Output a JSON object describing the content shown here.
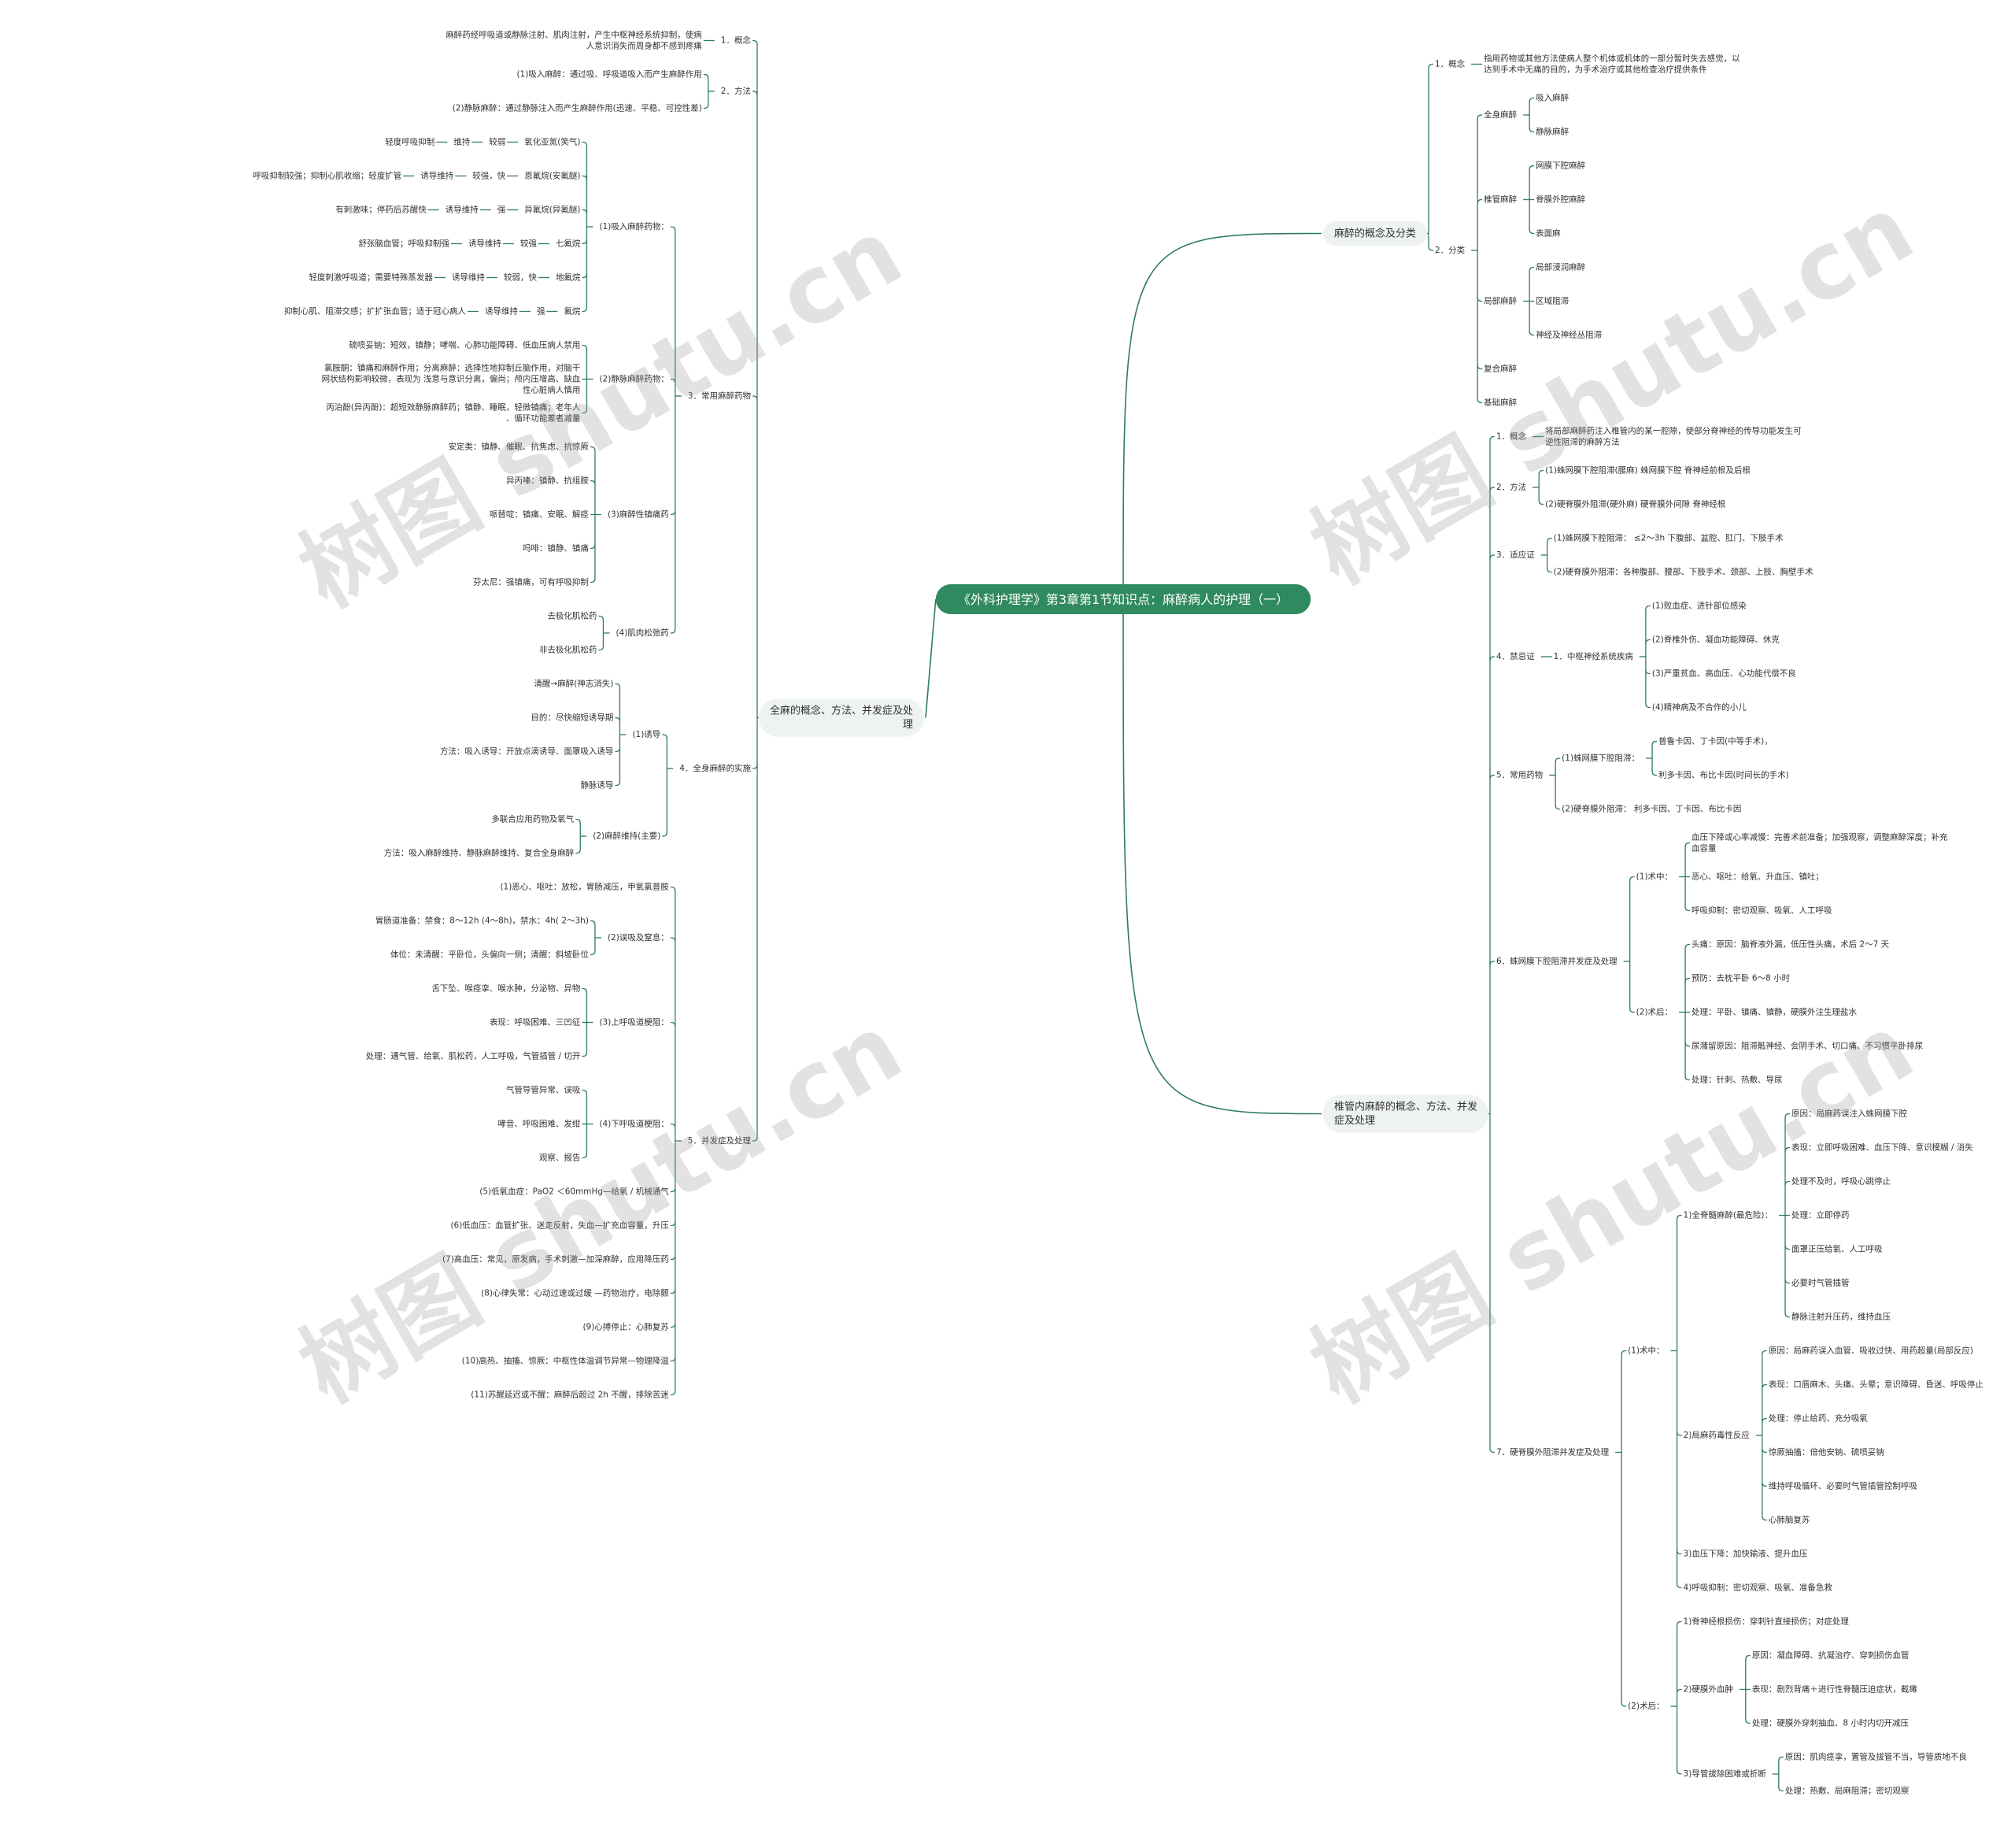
{
  "colors": {
    "line": "#2f7d5b",
    "root_fill": "#2f8a5f",
    "root_text": "#ffffff",
    "branch_fill": "#eef2f1",
    "text": "#333333"
  },
  "watermark": "树图 shutu.cn",
  "root": "《外科护理学》第3章第1节知识点：麻醉病人的护理（一）",
  "right": [
    {
      "t": "麻醉的概念及分类",
      "c": [
        {
          "t": "1．概念",
          "c": [
            {
              "t": "指用药物或其他方法使病人整个机体或机体的一部分暂时失去感觉，以达到手术中无痛的目的，为手术治疗或其他检查治疗提供条件"
            }
          ]
        },
        {
          "t": "2．分类",
          "c": [
            {
              "t": "全身麻醉",
              "c": [
                {
                  "t": "吸入麻醉"
                },
                {
                  "t": "静脉麻醉"
                }
              ]
            },
            {
              "t": "椎管麻醉",
              "c": [
                {
                  "t": "网膜下腔麻醉"
                },
                {
                  "t": "脊膜外腔麻醉"
                },
                {
                  "t": "表面麻"
                }
              ]
            },
            {
              "t": "局部麻醉",
              "c": [
                {
                  "t": "局部浸润麻醉"
                },
                {
                  "t": "区域阻滞"
                },
                {
                  "t": "神经及神经丛阻滞"
                }
              ]
            },
            {
              "t": "复合麻醉"
            },
            {
              "t": "基础麻醉"
            }
          ]
        }
      ]
    },
    {
      "t": "椎管内麻醉的概念、方法、并发症及处理",
      "c": [
        {
          "t": "1．概念",
          "c": [
            {
              "t": "将局部麻醉药注入椎管内的某一腔隙，使部分脊神经的传导功能发生可逆性阻滞的麻醉方法"
            }
          ]
        },
        {
          "t": "2．方法",
          "c": [
            {
              "t": "(1)蛛网膜下腔阻滞(腰麻)    蛛网膜下腔    脊神经前根及后根"
            },
            {
              "t": "(2)硬脊膜外阻滞(硬外麻)    硬脊膜外间隙    脊神经根"
            }
          ]
        },
        {
          "t": "3．适应证",
          "c": [
            {
              "t": "(1)蛛网膜下腔阻滞：  ≤2～3h 下腹部、盆腔、肛门、下肢手术"
            },
            {
              "t": "(2)硬脊膜外阻滞：各种腹部、腰部、下肢手术、颈部、上肢、胸壁手术"
            }
          ]
        },
        {
          "t": "4．禁忌证",
          "c": [
            {
              "t": "1．中枢神经系统疾病",
              "c": [
                {
                  "t": "(1)败血症、进针部位感染"
                },
                {
                  "t": "(2)脊椎外伤、凝血功能障碍、休克"
                },
                {
                  "t": "(3)严重贫血、高血压、心功能代偿不良"
                },
                {
                  "t": "(4)精神病及不合作的小儿"
                }
              ]
            }
          ]
        },
        {
          "t": "5．常用药物",
          "c": [
            {
              "t": "(1)蛛网膜下腔阻滞：",
              "c": [
                {
                  "t": "普鲁卡因、丁卡因(中等手术)，"
                },
                {
                  "t": "利多卡因、布比卡因(时间长的手术)"
                }
              ]
            },
            {
              "t": "(2)硬脊膜外阻滞：    利多卡因、丁卡因、布比卡因"
            }
          ]
        },
        {
          "t": "6．蛛网膜下腔阻滞并发症及处理",
          "c": [
            {
              "t": "(1)术中：",
              "c": [
                {
                  "t": "血压下降或心率减慢：完善术前准备；加强观察，调整麻醉深度；补充血容量"
                },
                {
                  "t": "恶心、呕吐：给氧、升血压、镇吐；"
                },
                {
                  "t": "呼吸抑制：密切观察、吸氧、人工呼吸"
                }
              ]
            },
            {
              "t": "(2)术后：",
              "c": [
                {
                  "t": "头痛：原因：脑脊液外漏，低压性头痛，术后 2～7 天"
                },
                {
                  "t": "预防：去枕平卧 6～8 小时"
                },
                {
                  "t": "处理：平卧、镇痛、镇静，硬膜外注生理盐水"
                },
                {
                  "t": "尿潴留原因：阻滞骶神经、会阴手术、切口痛、不习惯平卧排尿"
                },
                {
                  "t": "处理：针刺、热敷、导尿"
                }
              ]
            }
          ]
        },
        {
          "t": "7．硬脊膜外阻滞并发症及处理",
          "c": [
            {
              "t": "(1)术中：",
              "c": [
                {
                  "t": "1)全脊髓麻醉(最危险)：",
                  "c": [
                    {
                      "t": "原因：局麻药误注入蛛网膜下腔"
                    },
                    {
                      "t": "表现：立即呼吸困难、血压下降、意识模糊 / 消失"
                    },
                    {
                      "t": "处理不及时，呼吸心跳停止"
                    },
                    {
                      "t": "处理：立即停药"
                    },
                    {
                      "t": "面罩正压给氧、人工呼吸"
                    },
                    {
                      "t": "必要时气管插管"
                    },
                    {
                      "t": "静脉注射升压药，维持血压"
                    }
                  ]
                },
                {
                  "t": "2)局麻药毒性反应",
                  "c": [
                    {
                      "t": "原因：局麻药误入血管、吸收过快、用药超量(局部反应)"
                    },
                    {
                      "t": "表现：口唇麻木、头痛、头晕；意识障碍、昏迷、呼吸停止"
                    },
                    {
                      "t": "处理：停止给药、充分吸氧"
                    },
                    {
                      "t": "惊厥抽搐：倍他安钠、硫喷妥钠"
                    },
                    {
                      "t": "维持呼吸循环、必要时气管插管控制呼吸"
                    },
                    {
                      "t": "心肺脑复苏"
                    }
                  ]
                },
                {
                  "t": "3)血压下降：加快输液、提升血压"
                },
                {
                  "t": "4)呼吸抑制：密切观察、吸氧、准备急救"
                }
              ]
            },
            {
              "t": "(2)术后：",
              "c": [
                {
                  "t": "1)脊神经根损伤：穿刺针直接损伤；对症处理"
                },
                {
                  "t": "2)硬膜外血肿",
                  "c": [
                    {
                      "t": "原因：凝血障碍、抗凝治疗、穿刺损伤血管"
                    },
                    {
                      "t": "表现：剧烈背痛＋进行性脊髓压迫症状，截瘫"
                    },
                    {
                      "t": "处理：硬膜外穿刺抽血、8 小时内切开减压"
                    }
                  ]
                },
                {
                  "t": "3)导管拔除困难或折断",
                  "c": [
                    {
                      "t": "原因：肌肉痉挛，置管及拔管不当，导管质地不良"
                    },
                    {
                      "t": "处理：热敷、局麻阻滞；密切观察"
                    }
                  ]
                }
              ]
            }
          ]
        }
      ]
    }
  ],
  "left": [
    {
      "t": "全麻的概念、方法、并发症及处理",
      "c": [
        {
          "t": "1．概念",
          "c": [
            {
              "t": "麻醉药经呼吸道或静脉注射、肌肉注射，产生中枢神经系统抑制，使病人意识消失而周身都不感到疼痛"
            }
          ]
        },
        {
          "t": "2．方法",
          "c": [
            {
              "t": "(1)吸入麻醉：通过吸、呼吸道吸入而产生麻醉作用"
            },
            {
              "t": "(2)静脉麻醉：通过静脉注入而产生麻醉作用(迅速、平稳、可控性差)"
            }
          ]
        },
        {
          "t": "3．常用麻醉药物",
          "c": [
            {
              "t": "(1)吸入麻醉药物：",
              "c": [
                {
                  "t": "氧化亚氮(笑气)",
                  "c": [
                    {
                      "t": "较弱",
                      "c": [
                        {
                          "t": "维持",
                          "c": [
                            {
                              "t": "轻度呼吸抑制"
                            }
                          ]
                        }
                      ]
                    }
                  ]
                },
                {
                  "t": "恩氟烷(安氟醚)",
                  "c": [
                    {
                      "t": "较强，快",
                      "c": [
                        {
                          "t": "诱导维持",
                          "c": [
                            {
                              "t": "呼吸抑制较强；抑制心肌收缩；轻度扩管"
                            }
                          ]
                        }
                      ]
                    }
                  ]
                },
                {
                  "t": "异氟烷(异氟醚)",
                  "c": [
                    {
                      "t": "强",
                      "c": [
                        {
                          "t": "诱导维持",
                          "c": [
                            {
                              "t": "有刺激味；停药后苏醒快"
                            }
                          ]
                        }
                      ]
                    }
                  ]
                },
                {
                  "t": "七氟烷",
                  "c": [
                    {
                      "t": "较强",
                      "c": [
                        {
                          "t": "诱导维持",
                          "c": [
                            {
                              "t": "舒张脑血管；呼吸抑制强"
                            }
                          ]
                        }
                      ]
                    }
                  ]
                },
                {
                  "t": "地氟烷",
                  "c": [
                    {
                      "t": "较弱，快",
                      "c": [
                        {
                          "t": "诱导维持",
                          "c": [
                            {
                              "t": "轻度刺激呼吸道；需要特殊蒸发器"
                            }
                          ]
                        }
                      ]
                    }
                  ]
                },
                {
                  "t": "氟烷",
                  "c": [
                    {
                      "t": "强",
                      "c": [
                        {
                          "t": "诱导维持",
                          "c": [
                            {
                              "t": "抑制心肌、阻滞交感；扩扩张血管；适于冠心病人"
                            }
                          ]
                        }
                      ]
                    }
                  ]
                }
              ]
            },
            {
              "t": "(2)静脉麻醉药物：",
              "c": [
                {
                  "t": "硫喷妥钠：短效，镇静；哮喘、心肺功能障碍、低血压病人禁用"
                },
                {
                  "t": "氯胺酮：镇痛和麻醉作用；分离麻醉：选择性地抑制丘脑作用，对脑干网状结构影响较微，表现为 浅意与意识分离，偏尚；颅内压增高、缺血性心脏病人慎用"
                },
                {
                  "t": "丙泊酚(异丙酚)：超短效静脉麻醉药；镇静、睡眠，轻微镇痛；老年人、循环功能差者减量"
                }
              ]
            },
            {
              "t": "(3)麻醉性镇痛药",
              "c": [
                {
                  "t": "安定类：镇静、催眠、抗焦虑、抗惊厥"
                },
                {
                  "t": "异丙嗪：镇静、抗组胺"
                },
                {
                  "t": "哌替啶：镇痛、安眠、解痉"
                },
                {
                  "t": "吗啡：镇静、镇痛"
                },
                {
                  "t": "芬太尼：强镇痛，可有呼吸抑制"
                }
              ]
            },
            {
              "t": "(4)肌肉松弛药",
              "c": [
                {
                  "t": "去极化肌松药"
                },
                {
                  "t": "非去极化肌松药"
                }
              ]
            }
          ]
        },
        {
          "t": "4．全身麻醉的实施",
          "c": [
            {
              "t": "(1)诱导",
              "c": [
                {
                  "t": "清醒→麻醉(神志消失)"
                },
                {
                  "t": "目的：尽快缩短诱导期"
                },
                {
                  "t": "方法：吸入诱导：开放点滴诱导、面罩吸入诱导"
                },
                {
                  "t": "静脉诱导"
                }
              ]
            },
            {
              "t": "(2)麻醉维持(主要)",
              "c": [
                {
                  "t": "多联合应用药物及氧气"
                },
                {
                  "t": "方法：吸入麻醉维持、静脉麻醉维持、复合全身麻醉"
                }
              ]
            }
          ]
        },
        {
          "t": "5．并发症及处理",
          "c": [
            {
              "t": "(1)恶心、呕吐：放松，胃肠减压，甲氧氯普胺"
            },
            {
              "t": "(2)误吸及窒息：",
              "c": [
                {
                  "t": "胃肠道准备：禁食：8～12h (4～8h)，禁水：4h( 2～3h)"
                },
                {
                  "t": "体位：未清醒：平卧位，头偏向一侧；清醒：斜坡卧位"
                }
              ]
            },
            {
              "t": "(3)上呼吸道梗阻：",
              "c": [
                {
                  "t": "舌下坠、喉痉挛、喉水肿，分泌物、异物"
                },
                {
                  "t": "表现：呼吸困难、三凹征"
                },
                {
                  "t": "处理：通气管、给氧、肌松药，人工呼吸，气管插管 / 切开"
                }
              ]
            },
            {
              "t": "(4)下呼吸道梗阻：",
              "c": [
                {
                  "t": "气管导管异常、误吸"
                },
                {
                  "t": "哮音、呼吸困难、发绀"
                },
                {
                  "t": "观察、报告"
                }
              ]
            },
            {
              "t": "(5)低氧血症：PaO2 ＜60mmHg—给氧 / 机械通气"
            },
            {
              "t": "(6)低血压：血管扩张、迷走反射，失血—扩充血容量，升压"
            },
            {
              "t": "(7)高血压：常见，原发病，手术刺激—加深麻醉，应用降压药"
            },
            {
              "t": "(8)心律失常：心动过速或过缓 —药物治疗，电除颤"
            },
            {
              "t": "(9)心搏停止：心肺复苏"
            },
            {
              "t": "(10)高热、抽搐、惊厥：中枢性体温调节异常—物理降温"
            },
            {
              "t": "(11)苏醒延迟或不醒：麻醉后超过 2h 不醒，排除苦迷"
            }
          ]
        }
      ]
    }
  ]
}
